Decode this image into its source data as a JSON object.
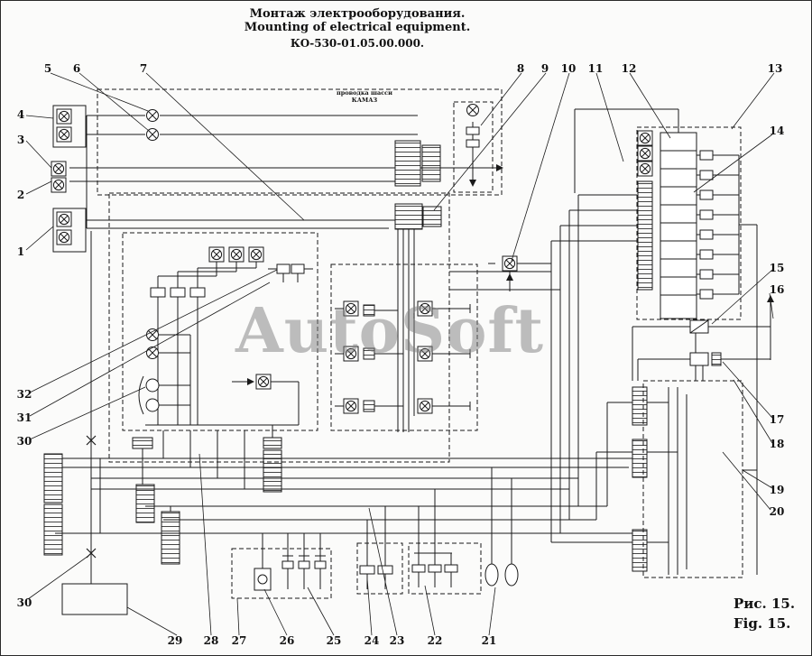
{
  "title": {
    "line1_ru": "Монтаж электрооборудования.",
    "line2_en": "Mounting of electrical equipment.",
    "line3_code": "КО-530-01.05.00.000."
  },
  "watermark": "AutoSoft",
  "figure": {
    "ru": "Рис. 15.",
    "en": "Fig. 15."
  },
  "labels": {
    "harness_line1": "проводка шасси",
    "harness_line2": "КАМАЗ"
  },
  "callouts": {
    "c1": "1",
    "c2": "2",
    "c3": "3",
    "c4": "4",
    "c5": "5",
    "c6": "6",
    "c7": "7",
    "c8": "8",
    "c9": "9",
    "c10": "10",
    "c11": "11",
    "c12": "12",
    "c13": "13",
    "c14": "14",
    "c15": "15",
    "c16": "16",
    "c17": "17",
    "c18": "18",
    "c19": "19",
    "c20": "20",
    "c21": "21",
    "c22": "22",
    "c23": "23",
    "c24": "24",
    "c25": "25",
    "c26": "26",
    "c27": "27",
    "c28": "28",
    "c29": "29",
    "c30a": "30",
    "c30b": "30",
    "c31": "31",
    "c32": "32"
  },
  "colors": {
    "ink": "#1a1a1a",
    "paper": "#fbfbfa",
    "watermark": "#7f7f7f"
  }
}
